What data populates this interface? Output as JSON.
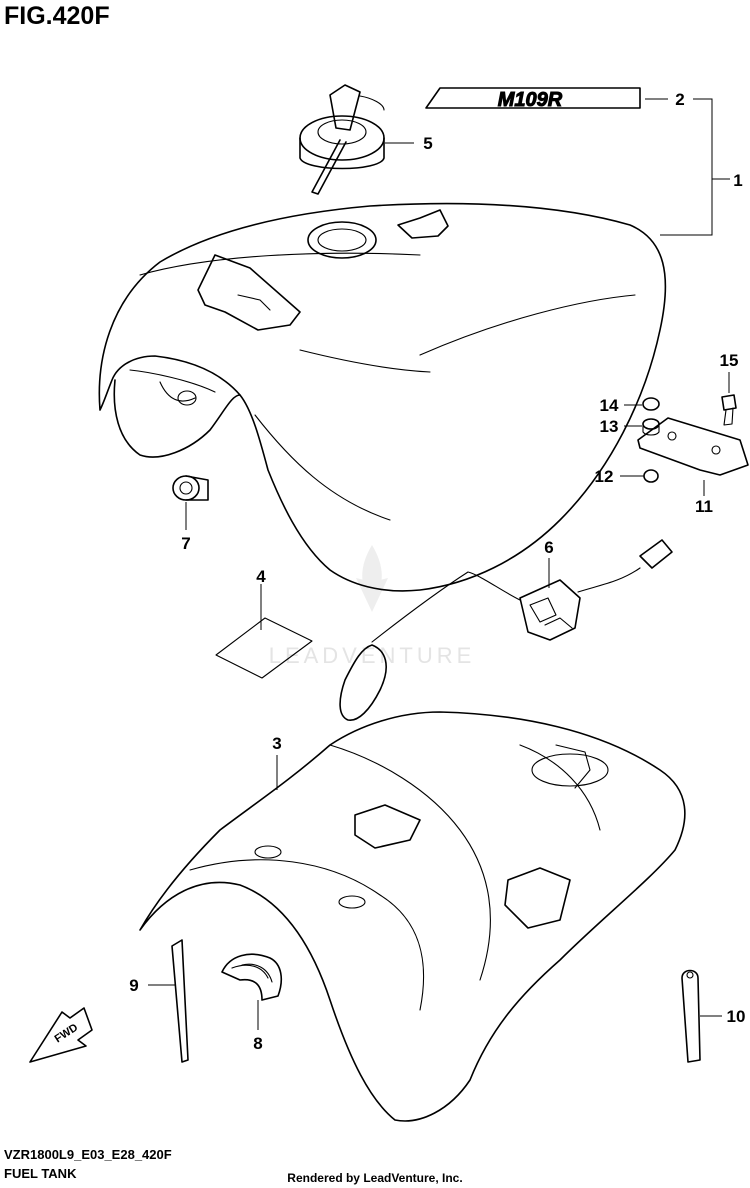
{
  "figure": {
    "title": "FIG.420F",
    "model_code": "VZR1800L9_E03_E28_420F",
    "caption": "FUEL TANK",
    "footer": "Rendered by LeadVenture, Inc.",
    "watermark": "LEADVENTURE",
    "emblem_text": "M109R",
    "fwd_text": "FWD"
  },
  "callouts": [
    "1",
    "2",
    "3",
    "4",
    "5",
    "6",
    "7",
    "8",
    "9",
    "10",
    "11",
    "12",
    "13",
    "14",
    "15"
  ],
  "colors": {
    "ink": "#000000",
    "watermark": "#e4e4e4",
    "background": "#ffffff"
  }
}
